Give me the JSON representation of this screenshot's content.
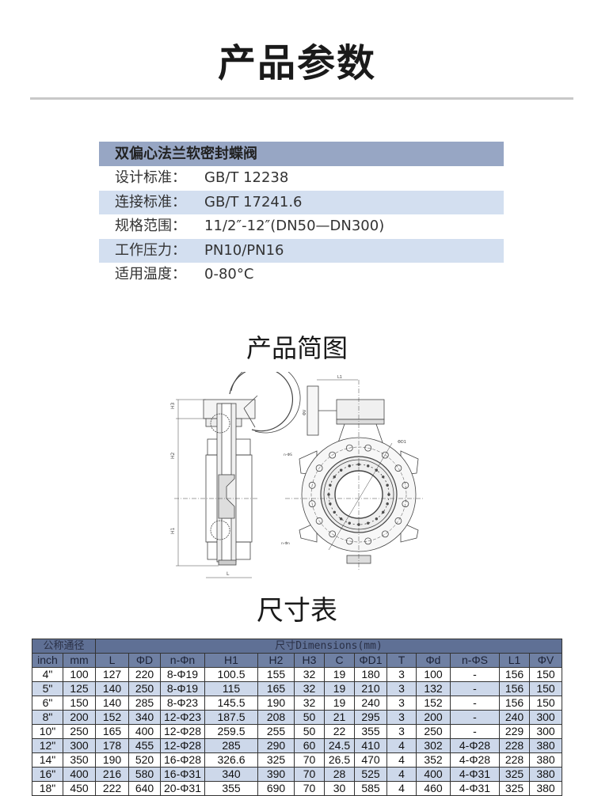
{
  "header": {
    "title": "产品参数"
  },
  "spec": {
    "product_name": "双偏心法兰软密封蝶阀",
    "rows": [
      {
        "label": "设计标准：",
        "value": "GB/T 12238"
      },
      {
        "label": "连接标准：",
        "value": "GB/T 17241.6"
      },
      {
        "label": "规格范围：",
        "value": "11/2″-12″(DN50—DN300)"
      },
      {
        "label": "工作压力：",
        "value": "PN10/PN16"
      },
      {
        "label": "适用温度：",
        "value": "0-80°C"
      }
    ]
  },
  "diagram": {
    "title": "产品简图",
    "labels": {
      "h3": "H3",
      "h2": "H2",
      "h1": "H1",
      "l": "L",
      "l1": "L1",
      "v": "ΦV",
      "d1": "ΦD1",
      "s": "n-ΦS",
      "n": "n-Φn"
    }
  },
  "dimensions": {
    "title": "尺寸表",
    "group_nominal": "公称通径",
    "group_dims": "尺寸Dimensions(mm)",
    "columns": [
      "inch",
      "mm",
      "L",
      "ΦD",
      "n-Φn",
      "H1",
      "H2",
      "H3",
      "C",
      "ΦD1",
      "T",
      "Φd",
      "n-ΦS",
      "L1",
      "ΦV"
    ],
    "rows": [
      [
        "4\"",
        "100",
        "127",
        "220",
        "8-Φ19",
        "100.5",
        "155",
        "32",
        "19",
        "180",
        "3",
        "100",
        "-",
        "156",
        "150"
      ],
      [
        "5\"",
        "125",
        "140",
        "250",
        "8-Φ19",
        "115",
        "165",
        "32",
        "19",
        "210",
        "3",
        "132",
        "-",
        "156",
        "150"
      ],
      [
        "6\"",
        "150",
        "140",
        "285",
        "8-Φ23",
        "145.5",
        "190",
        "32",
        "19",
        "240",
        "3",
        "152",
        "-",
        "156",
        "150"
      ],
      [
        "8\"",
        "200",
        "152",
        "340",
        "12-Φ23",
        "187.5",
        "208",
        "50",
        "21",
        "295",
        "3",
        "200",
        "-",
        "240",
        "300"
      ],
      [
        "10\"",
        "250",
        "165",
        "400",
        "12-Φ28",
        "259.5",
        "255",
        "50",
        "22",
        "355",
        "3",
        "250",
        "-",
        "229",
        "300"
      ],
      [
        "12\"",
        "300",
        "178",
        "455",
        "12-Φ28",
        "285",
        "290",
        "60",
        "24.5",
        "410",
        "4",
        "302",
        "4-Φ28",
        "228",
        "380"
      ],
      [
        "14\"",
        "350",
        "190",
        "520",
        "16-Φ28",
        "326.6",
        "325",
        "70",
        "26.5",
        "470",
        "4",
        "352",
        "4-Φ28",
        "228",
        "380"
      ],
      [
        "16\"",
        "400",
        "216",
        "580",
        "16-Φ31",
        "340",
        "390",
        "70",
        "28",
        "525",
        "4",
        "400",
        "4-Φ31",
        "325",
        "380"
      ],
      [
        "18\"",
        "450",
        "222",
        "640",
        "20-Φ31",
        "355",
        "690",
        "70",
        "30",
        "585",
        "4",
        "460",
        "4-Φ31",
        "325",
        "380"
      ]
    ]
  },
  "colors": {
    "spec_header": "#97a6c4",
    "row_alt": "#d3dff0",
    "table_header": "#5f7095"
  }
}
